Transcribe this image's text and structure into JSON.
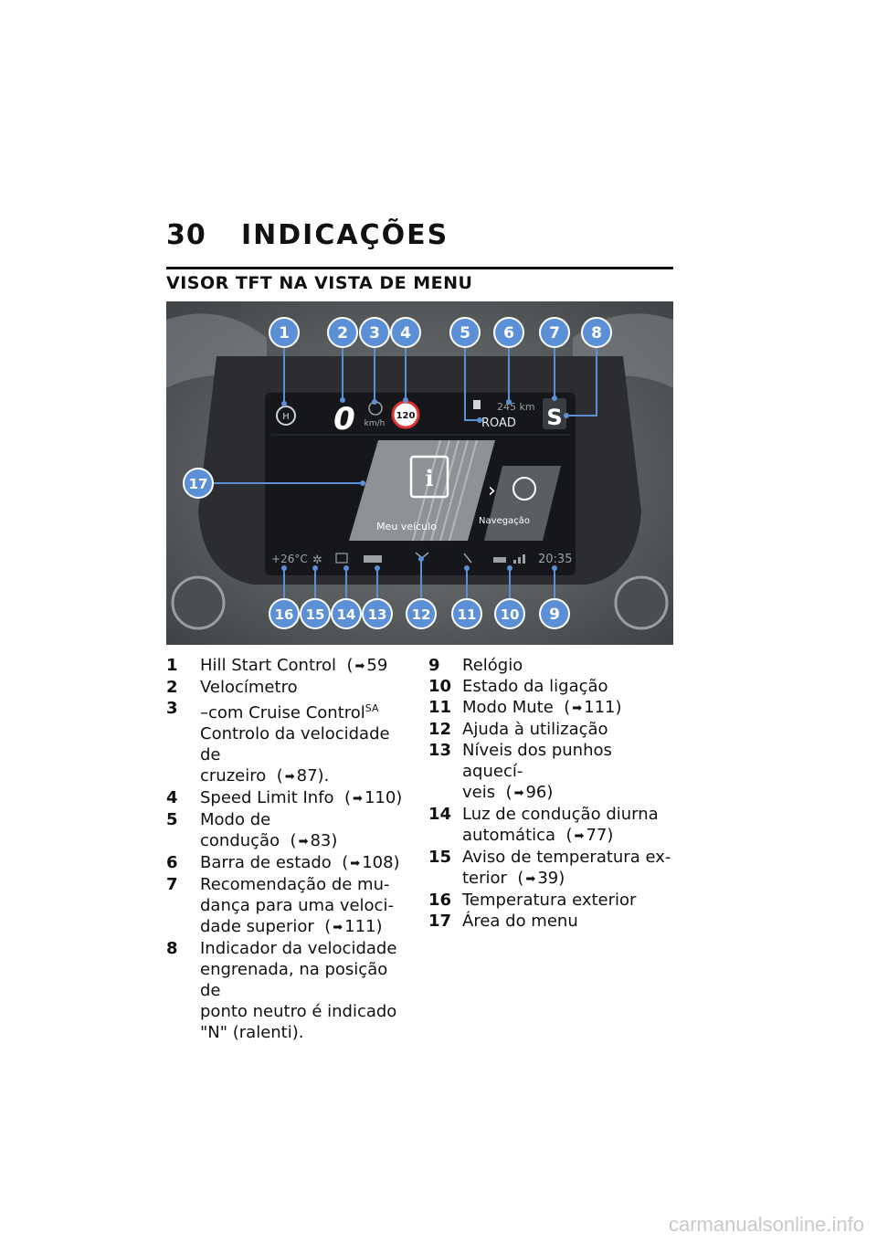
{
  "page": {
    "number": "30",
    "chapter": "INDICAÇÕES",
    "section": "VISOR TFT NA VISTA DE MENU"
  },
  "display": {
    "speed": "0",
    "speed_unit": "km/h",
    "speed_limit": "120",
    "range": "245 km",
    "riding_mode": "ROAD",
    "gear_hint": "S",
    "menu_left": "Meu veículo",
    "menu_right": "Navegação",
    "temperature": "+26°C",
    "clock": "20:35"
  },
  "callouts": [
    "1",
    "2",
    "3",
    "4",
    "5",
    "6",
    "7",
    "8",
    "9",
    "10",
    "11",
    "12",
    "13",
    "14",
    "15",
    "16",
    "17"
  ],
  "legend_left": [
    {
      "num": "1",
      "lines": [
        "Hill Start Control"
      ],
      "ref": "59"
    },
    {
      "num": "2",
      "lines": [
        "Velocímetro"
      ],
      "ref": ""
    },
    {
      "num": "3",
      "lines": [
        "–com Cruise Control",
        "Controlo da velocidade de",
        "cruzeiro"
      ],
      "sup": "SA",
      "ref": "87)."
    },
    {
      "num": "4",
      "lines": [
        "Speed Limit Info"
      ],
      "ref": "110)"
    },
    {
      "num": "5",
      "lines": [
        "Modo de condução"
      ],
      "ref": "83)"
    },
    {
      "num": "6",
      "lines": [
        "Barra de estado"
      ],
      "ref": "108)"
    },
    {
      "num": "7",
      "lines": [
        "Recomendação de mu-",
        "dança para uma veloci-",
        "dade superior"
      ],
      "ref": "111)"
    },
    {
      "num": "8",
      "lines": [
        "Indicador da velocidade",
        "engrenada, na posição de",
        "ponto neutro é indicado",
        "\"N\" (ralenti)."
      ],
      "ref": ""
    }
  ],
  "legend_right": [
    {
      "num": "9",
      "lines": [
        "Relógio"
      ],
      "ref": ""
    },
    {
      "num": "10",
      "lines": [
        "Estado da ligação"
      ],
      "ref": ""
    },
    {
      "num": "11",
      "lines": [
        "Modo Mute"
      ],
      "ref": "111)"
    },
    {
      "num": "12",
      "lines": [
        "Ajuda à utilização"
      ],
      "ref": ""
    },
    {
      "num": "13",
      "lines": [
        "Níveis dos punhos aquecí-",
        "veis"
      ],
      "ref": "96)"
    },
    {
      "num": "14",
      "lines": [
        "Luz de condução diurna",
        "automática"
      ],
      "ref": "77)"
    },
    {
      "num": "15",
      "lines": [
        "Aviso de temperatura ex-",
        "terior"
      ],
      "ref": "39)"
    },
    {
      "num": "16",
      "lines": [
        "Temperatura exterior"
      ],
      "ref": ""
    },
    {
      "num": "17",
      "lines": [
        "Área do menu"
      ],
      "ref": ""
    }
  ],
  "watermark": "carmanualsonline.info",
  "colors": {
    "callout": "#5b8fd6",
    "screen": "#1a1c1f",
    "text": "#111111"
  }
}
